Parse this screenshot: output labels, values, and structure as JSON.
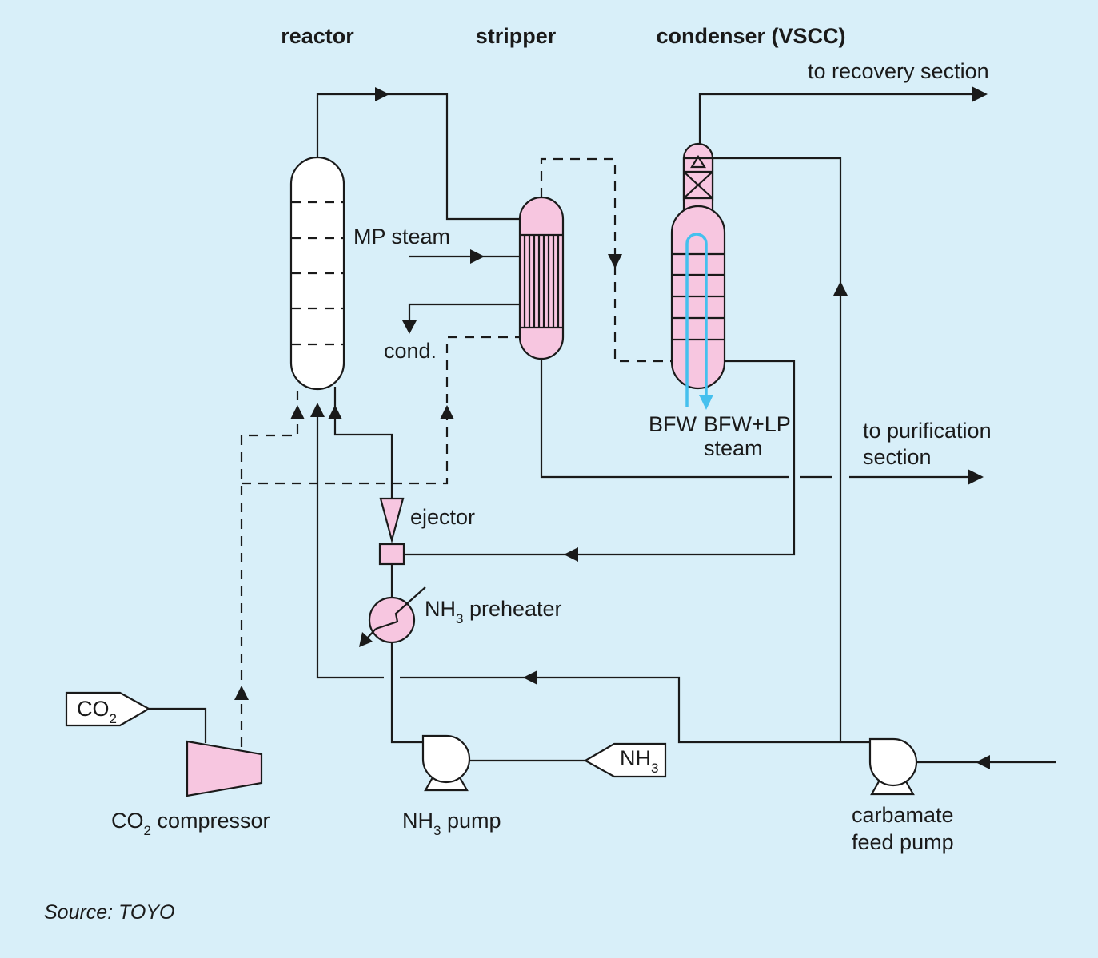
{
  "headers": {
    "reactor": "reactor",
    "stripper": "stripper",
    "condenser": "condenser (VSCC)"
  },
  "labels": {
    "to_recovery": "to recovery section",
    "mp_steam": "MP steam",
    "cond": "cond.",
    "bfw": "BFW",
    "bfw_lp": "BFW+LP",
    "steam": "steam",
    "to_purification_1": "to purification",
    "to_purification_2": "section",
    "ejector": "ejector",
    "nh3_preheater_main": "NH",
    "nh3_preheater_sub": "3",
    "nh3_preheater_rest": " preheater",
    "co2_feed_main": "CO",
    "co2_feed_sub": "2",
    "nh3_feed_main": "NH",
    "nh3_feed_sub": "3",
    "co2_compressor_main": "CO",
    "co2_compressor_sub": "2",
    "co2_compressor_rest": " compressor",
    "nh3_pump_main": "NH",
    "nh3_pump_sub": "3",
    "nh3_pump_rest": " pump",
    "carbamate_1": "carbamate",
    "carbamate_2": "feed pump"
  },
  "source": "Source: TOYO",
  "colors": {
    "background": "#d8eff9",
    "equipment_fill": "#f7c6e0",
    "reactor_fill": "#ffffff",
    "cooling_water": "#45c0ee",
    "line": "#1a1a1a"
  }
}
